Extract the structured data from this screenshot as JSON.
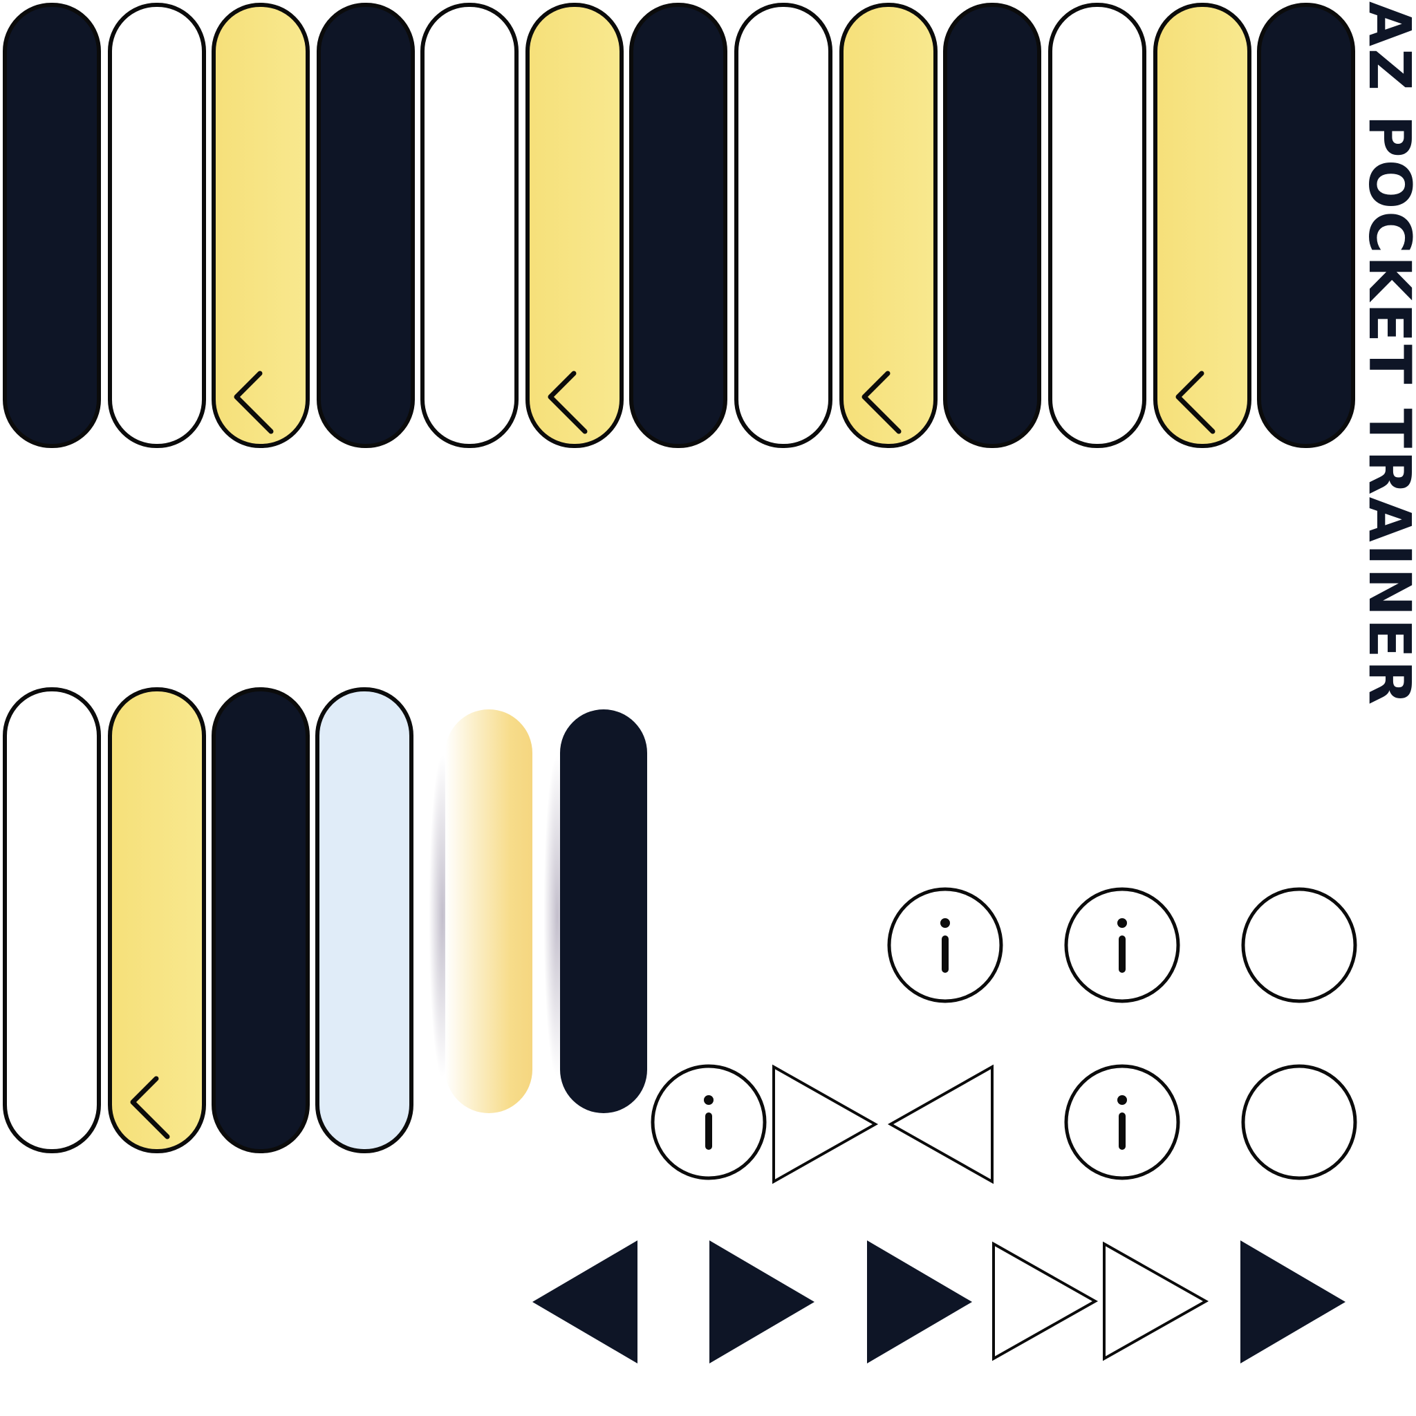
{
  "app": {
    "title": "AZ POCKET TRAINER"
  },
  "palette": {
    "dark": "#0e1526",
    "yellow": "#f8e88e",
    "white": "#ffffff",
    "light_blue": "#e0ecf8",
    "gold": "#f5d680",
    "outline": "#0b0b0b"
  },
  "top_row": {
    "buttons": [
      {
        "style": "dark",
        "checked": false
      },
      {
        "style": "white",
        "checked": false
      },
      {
        "style": "yellow",
        "checked": true,
        "icon": "check-icon"
      },
      {
        "style": "dark",
        "checked": false
      },
      {
        "style": "white",
        "checked": false
      },
      {
        "style": "yellow",
        "checked": true,
        "icon": "check-icon"
      },
      {
        "style": "dark",
        "checked": false
      },
      {
        "style": "white",
        "checked": false
      },
      {
        "style": "yellow",
        "checked": true,
        "icon": "check-icon"
      },
      {
        "style": "dark",
        "checked": false
      },
      {
        "style": "white",
        "checked": false
      },
      {
        "style": "yellow",
        "checked": true,
        "icon": "check-icon"
      },
      {
        "style": "dark",
        "checked": false
      }
    ]
  },
  "state_row": {
    "buttons": [
      {
        "state": "default",
        "style": "white"
      },
      {
        "state": "checked",
        "style": "yellow",
        "icon": "check-icon"
      },
      {
        "state": "pressed",
        "style": "dark"
      },
      {
        "state": "hover",
        "style": "light-blue"
      },
      {
        "state": "glow",
        "style": "gold-gradient"
      },
      {
        "state": "solid",
        "style": "navy"
      }
    ]
  },
  "info_icons": {
    "row1": [
      "info-icon",
      "info-icon",
      "empty-circle-icon"
    ],
    "row2": [
      "info-icon",
      "play-outline-icon",
      "rewind-outline-icon",
      "info-icon",
      "empty-circle-icon"
    ]
  },
  "playback_controls": {
    "items": [
      "previous-filled-icon",
      "play-filled-icon",
      "play-filled-icon",
      "play-outline-icon",
      "play-outline-icon",
      "play-filled-icon"
    ]
  }
}
